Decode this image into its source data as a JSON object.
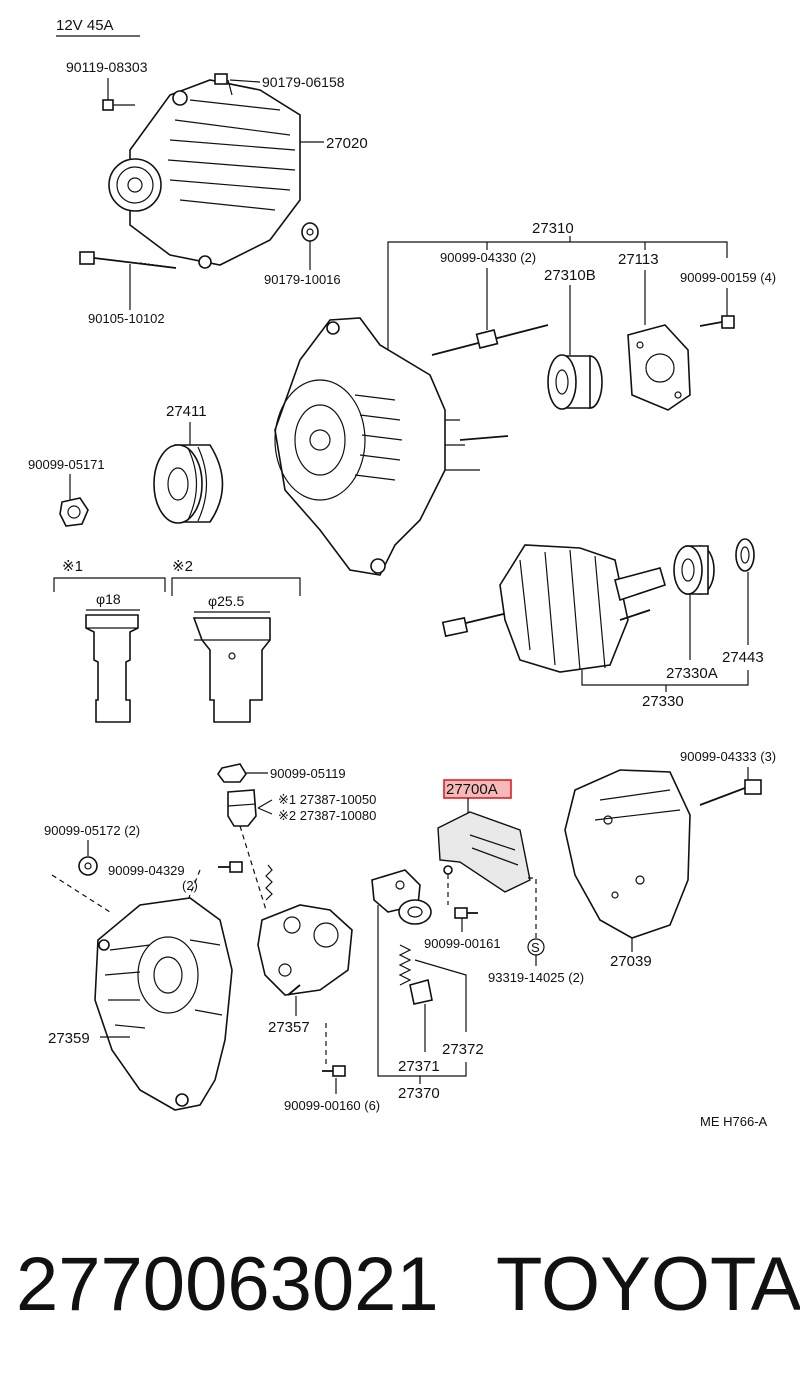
{
  "diagram": {
    "spec": "12V  45A",
    "diagram_code": "ME H766-A",
    "labels": {
      "p90119_08303": "90119-08303",
      "p90179_06158": "90179-06158",
      "p27020": "27020",
      "p27310": "27310",
      "p90099_04330": "90099-04330 (2)",
      "p27310B": "27310B",
      "p27113": "27113",
      "p90099_00159": "90099-00159 (4)",
      "p90179_10016": "90179-10016",
      "p90105_10102": "90105-10102",
      "p27411": "27411",
      "p90099_05171": "90099-05171",
      "note1": "※1",
      "note2": "※2",
      "d18": "φ18",
      "d25": "φ25.5",
      "p27443": "27443",
      "p27330A": "27330A",
      "p27330": "27330",
      "p90099_04333": "90099-04333 (3)",
      "p90099_05119": "90099-05119",
      "p27387a": "※1 27387-10050",
      "p27387b": "※2 27387-10080",
      "p27700A": "27700A",
      "p90099_05172": "90099-05172 (2)",
      "p90099_04329": "90099-04329",
      "p90099_04329_qty": "(2)",
      "p90099_00161": "90099-00161",
      "p27039": "27039",
      "s_mark": "S",
      "p93319": "93319-14025 (2)",
      "p27357": "27357",
      "p27372": "27372",
      "p27359": "27359",
      "p27371": "27371",
      "p27370": "27370",
      "p90099_00160": "90099-00160 (6)"
    }
  },
  "footer": {
    "part_number": "2770063021",
    "brand": "TOYOTA"
  }
}
